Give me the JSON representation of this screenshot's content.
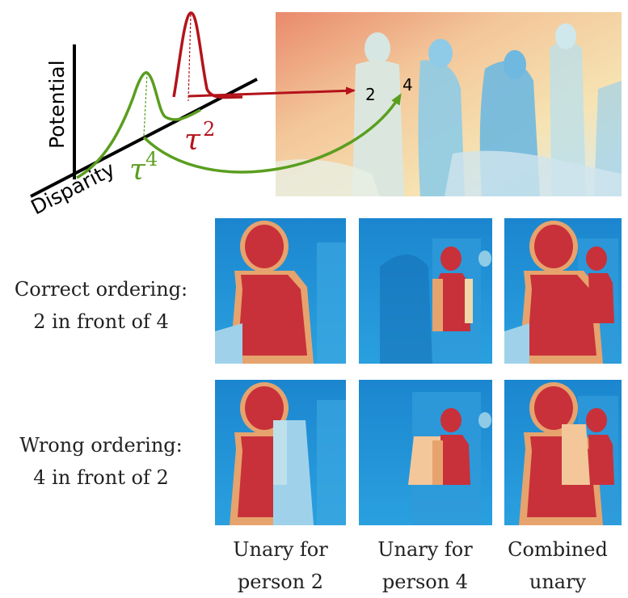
{
  "top_diagram": {
    "axis_potential": "Potential",
    "axis_disparity": "Disparity",
    "tau_red_base": "τ",
    "tau_red_sup": "2",
    "tau_green_base": "τ",
    "tau_green_sup": "4",
    "person_2": "2",
    "person_4": "4"
  },
  "rows": [
    {
      "line1": "Correct ordering:",
      "line2": "2 in front of 4"
    },
    {
      "line1": "Wrong ordering:",
      "line2": "4 in front of 2"
    }
  ],
  "columns": [
    {
      "line1": "Unary for",
      "line2": "person 2"
    },
    {
      "line1": "Unary for",
      "line2": "person 4"
    },
    {
      "line1": "Combined",
      "line2": "unary"
    }
  ],
  "colors": {
    "red": "#b3131b",
    "green": "#5a9e1f",
    "blue_bg": "#1f8fd6",
    "person_red": "#c8313a"
  }
}
